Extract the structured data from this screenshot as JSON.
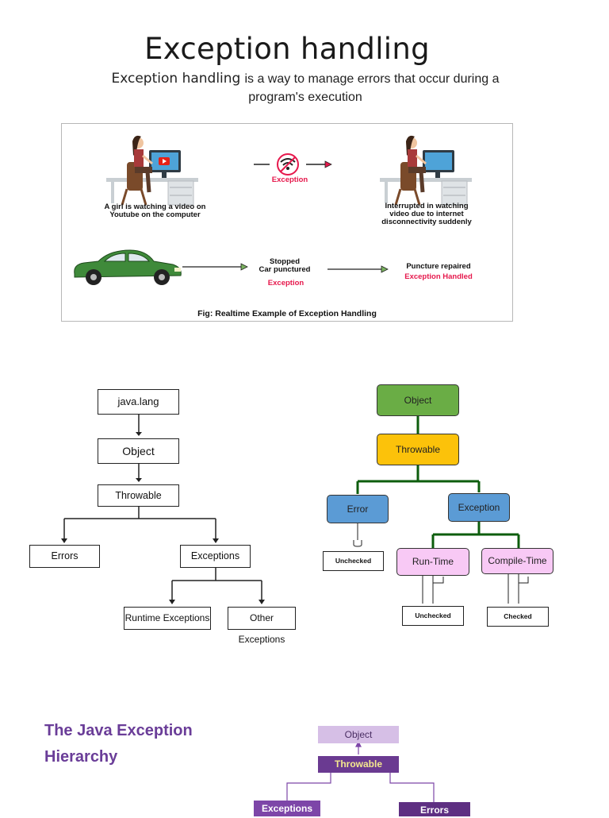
{
  "page": {
    "title": "Exception handling",
    "subtitle_lead": "Exception handling",
    "subtitle_rest_1": "is a way to manage errors that occur during a",
    "subtitle_rest_2": "program's execution"
  },
  "figure1": {
    "caption": "Fig: Realtime Example of Exception Handling",
    "girl_caption_1": "A girl is watching a video on",
    "girl_caption_2": "Youtube on the computer",
    "exception_label": "Exception",
    "interrupted_1": "Interrupted in watching",
    "interrupted_2": "video due to internet",
    "interrupted_3": "disconnectivity suddenly",
    "stopped_1": "Stopped",
    "stopped_2": "Car punctured",
    "car_exception": "Exception",
    "repaired": "Puncture repaired",
    "handled": "Exception Handled"
  },
  "hierarchy_left": {
    "java_lang": "java.lang",
    "object": "Object",
    "throwable": "Throwable",
    "errors": "Errors",
    "exceptions": "Exceptions",
    "runtime": "Runtime Exceptions",
    "other": "Other Exceptions"
  },
  "hierarchy_right": {
    "object": "Object",
    "throwable": "Throwable",
    "error": "Error",
    "exception": "Exception",
    "unchecked_error": "Unchecked",
    "runtime": "Run-Time",
    "compile": "Compile-Time",
    "unchecked_runtime": "Unchecked",
    "checked": "Checked",
    "colors": {
      "object": "#6aad45",
      "throwable": "#fcc20a",
      "error": "#5b9bd5",
      "exception": "#5b9bd5",
      "runtime": "#f8c9f5",
      "compile": "#f8c9f5",
      "connector": "#0d5d0d"
    }
  },
  "java_hierarchy": {
    "title_1": "The Java Exception",
    "title_2": "Hierarchy",
    "object": "Object",
    "throwable": "Throwable",
    "exceptions": "Exceptions",
    "errors": "Errors",
    "colors": {
      "title": "#6a3d98",
      "object": "#d6bfe6",
      "throwable": "#6a3a91",
      "exceptions": "#7d46a8",
      "errors": "#5e2f82"
    }
  }
}
